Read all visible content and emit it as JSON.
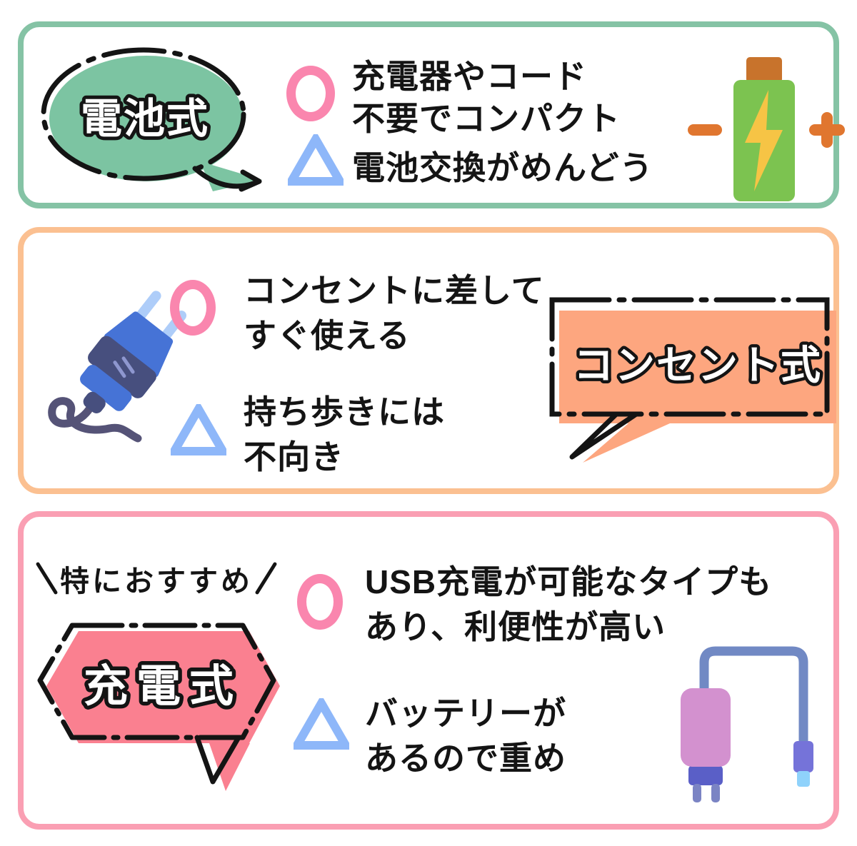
{
  "colors": {
    "ink": "#141414",
    "pro_symbol": "#fa86ae",
    "con_symbol": "#8eb7f9"
  },
  "sections": [
    {
      "id": "battery",
      "label": "電池式",
      "border_color": "#85c3a5",
      "bubble_color": "#7cc4a2",
      "icon": "battery-icon",
      "pro": {
        "symbol": "circle",
        "lines": [
          "充電器やコード",
          "不要でコンパクト"
        ]
      },
      "con": {
        "symbol": "triangle",
        "lines": [
          "電池交換がめんどう"
        ]
      }
    },
    {
      "id": "outlet",
      "label": "コンセント式",
      "border_color": "#fbc091",
      "bubble_color": "#fda67f",
      "icon": "plug-icon",
      "pro": {
        "symbol": "circle",
        "lines": [
          "コンセントに差して",
          "すぐ使える"
        ]
      },
      "con": {
        "symbol": "triangle",
        "lines": [
          "持ち歩きには",
          "不向き"
        ]
      }
    },
    {
      "id": "rechargeable",
      "badge": "特におすすめ",
      "label": "充電式",
      "border_color": "#fa9fb3",
      "bubble_color": "#fa8090",
      "icon": "charger-icon",
      "pro": {
        "symbol": "circle",
        "lines": [
          "USB充電が可能なタイプも",
          "あり、利便性が高い"
        ]
      },
      "con": {
        "symbol": "triangle",
        "lines": [
          "バッテリーが",
          "あるので重め"
        ]
      }
    }
  ],
  "icon_colors": {
    "battery": {
      "body": "#7cc350",
      "cap": "#c8732c",
      "bolt": "#f6c445",
      "terminals": "#e0762f"
    },
    "plug": {
      "body": "#4673d6",
      "dark": "#474f7e",
      "prongs": "#aecdf9",
      "cord": "#555377",
      "slash": "#8e97cf"
    },
    "charger": {
      "body": "#d391cf",
      "base": "#5a5fc7",
      "prongs": "#7b84c4",
      "cable": "#7189c4",
      "usb": "#7573d9",
      "usb_tip": "#8fd2fb"
    }
  }
}
